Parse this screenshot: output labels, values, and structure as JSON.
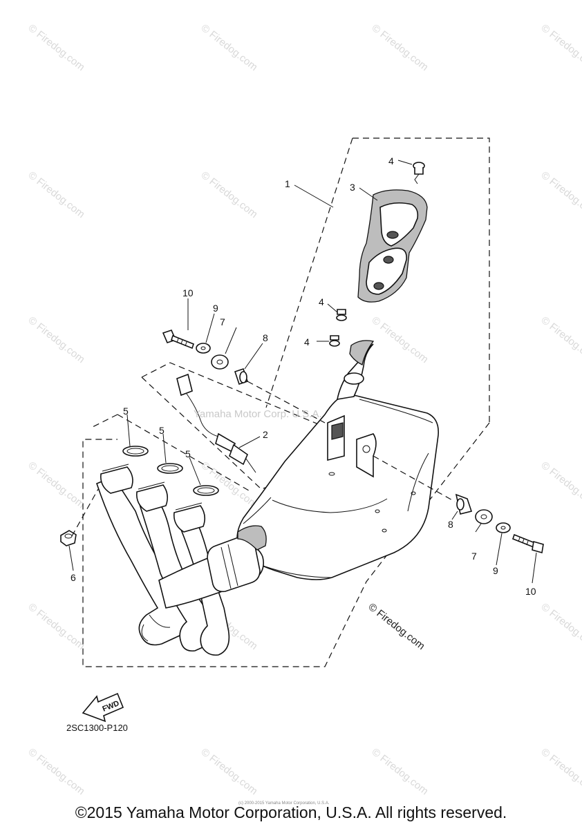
{
  "watermark": "© Firedog.com",
  "center_watermark": "Yamaha Motor Corp. U.S.A.",
  "firedog_label": "© Firedog.com",
  "fwd_label": "FWD",
  "diagram_code": "2SC1300-P120",
  "small_credit": "(c) 2000-2015 Yamaha Motor Corporation, U.S.A.",
  "copyright": "©2015 Yamaha Motor Corporation, U.S.A. All rights reserved.",
  "callouts": {
    "c1": "1",
    "c2": "2",
    "c3": "3",
    "c4a": "4",
    "c4b": "4",
    "c4c": "4",
    "c5a": "5",
    "c5b": "5",
    "c5c": "5",
    "c6": "6",
    "c7a": "7",
    "c7b": "7",
    "c8a": "8",
    "c8b": "8",
    "c9a": "9",
    "c9b": "9",
    "c10a": "10",
    "c10b": "10"
  }
}
